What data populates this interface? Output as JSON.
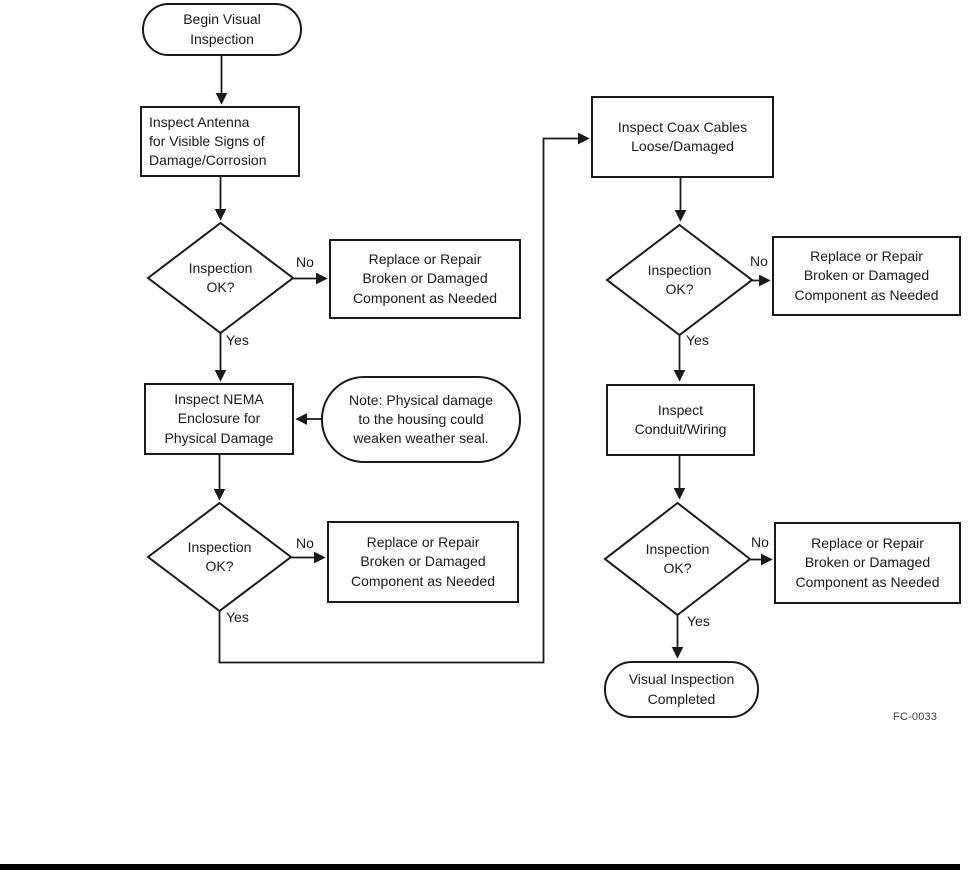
{
  "flowchart": {
    "figure_code": "FC-0033",
    "nodes": {
      "start": "Begin Visual\nInspection",
      "inspect_antenna": "Inspect Antenna\nfor Visible Signs of\nDamage/Corrosion",
      "decision": "Inspection\nOK?",
      "replace": "Replace or Repair\nBroken or Damaged\nComponent as Needed",
      "inspect_nema": "Inspect NEMA\nEnclosure for\nPhysical Damage",
      "note": "Note: Physical damage\nto the housing could\nweaken weather seal.",
      "inspect_coax": "Inspect Coax Cables\nLoose/Damaged",
      "inspect_conduit": "Inspect\nConduit/Wiring",
      "end": "Visual Inspection\nCompleted"
    },
    "edge_labels": {
      "yes": "Yes",
      "no": "No"
    },
    "colors": {
      "stroke": "#1a1a1a",
      "background": "#ffffff"
    }
  }
}
